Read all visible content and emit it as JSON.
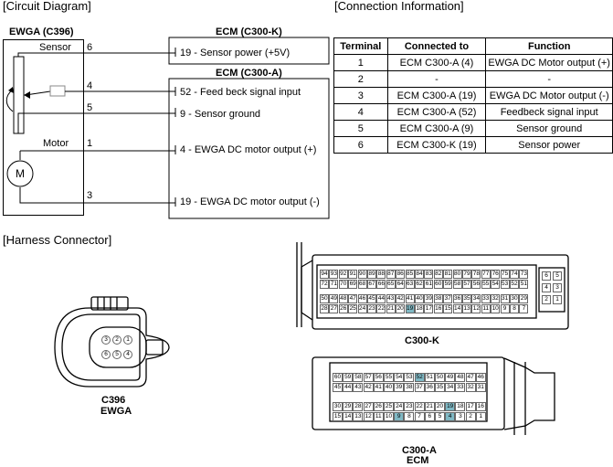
{
  "sections": {
    "circuit": "[Circuit Diagram]",
    "connection": "[Connection Information]",
    "harness": "[Harness Connector]"
  },
  "ewga": {
    "title": "EWGA (C396)",
    "sensor": "Sensor",
    "motor": "Motor",
    "motor_symbol": "M",
    "pins": [
      "6",
      "4",
      "5",
      "1",
      "3"
    ]
  },
  "ecm_k": {
    "title": "ECM (C300-K)",
    "signals": [
      "19 - Sensor power (+5V)"
    ]
  },
  "ecm_a": {
    "title": "ECM (C300-A)",
    "signals": [
      "52 - Feed beck signal input",
      "9 - Sensor ground",
      "4 - EWGA DC motor output (+)",
      "19 - EWGA DC motor output (-)"
    ]
  },
  "table": {
    "headers": [
      "Terminal",
      "Connected to",
      "Function"
    ],
    "rows": [
      [
        "1",
        "ECM C300-A (4)",
        "EWGA DC Motor output (+)"
      ],
      [
        "2",
        "-",
        "-"
      ],
      [
        "3",
        "ECM C300-A (19)",
        "EWGA DC Motor output (-)"
      ],
      [
        "4",
        "ECM C300-A (52)",
        "Feedbeck signal input"
      ],
      [
        "5",
        "ECM C300-A (9)",
        "Sensor ground"
      ],
      [
        "6",
        "ECM C300-K (19)",
        "Sensor power"
      ]
    ]
  },
  "connectors": {
    "c396": {
      "name": "C396",
      "sub": "EWGA",
      "pins": [
        "3",
        "2",
        "1",
        "6",
        "5",
        "4"
      ]
    },
    "c300k": {
      "name": "C300-K",
      "row1": [
        "94",
        "93",
        "92",
        "91",
        "90",
        "89",
        "88",
        "87",
        "86",
        "85",
        "84",
        "83",
        "82",
        "81",
        "80",
        "79",
        "78",
        "77",
        "76",
        "75",
        "74",
        "73"
      ],
      "row2": [
        "72",
        "71",
        "70",
        "69",
        "68",
        "67",
        "66",
        "65",
        "64",
        "63",
        "62",
        "61",
        "60",
        "59",
        "58",
        "57",
        "56",
        "55",
        "54",
        "53",
        "52",
        "51"
      ],
      "row3": [
        "50",
        "49",
        "48",
        "47",
        "46",
        "45",
        "44",
        "43",
        "42",
        "41",
        "40",
        "39",
        "38",
        "37",
        "36",
        "35",
        "34",
        "33",
        "32",
        "31",
        "30",
        "29"
      ],
      "row4": [
        "28",
        "27",
        "26",
        "25",
        "24",
        "23",
        "22",
        "21",
        "20",
        "19",
        "18",
        "17",
        "16",
        "15",
        "14",
        "13",
        "12",
        "11",
        "10",
        "9",
        "8",
        "7"
      ],
      "side": [
        [
          "6",
          "5"
        ],
        [
          "4",
          "3"
        ],
        [
          "2",
          "1"
        ]
      ],
      "highlight": [
        "19"
      ]
    },
    "c300a": {
      "name": "C300-A",
      "sub": "ECM",
      "row1": [
        "60",
        "59",
        "58",
        "57",
        "56",
        "55",
        "54",
        "53",
        "52",
        "51",
        "50",
        "49",
        "48",
        "47",
        "46"
      ],
      "row2": [
        "45",
        "44",
        "43",
        "42",
        "41",
        "40",
        "39",
        "38",
        "37",
        "36",
        "35",
        "34",
        "33",
        "32",
        "31"
      ],
      "row3": [
        "30",
        "29",
        "28",
        "27",
        "26",
        "25",
        "24",
        "23",
        "22",
        "21",
        "20",
        "19",
        "18",
        "17",
        "16"
      ],
      "row4": [
        "15",
        "14",
        "13",
        "12",
        "11",
        "10",
        "9",
        "8",
        "7",
        "6",
        "5",
        "4",
        "3",
        "2",
        "1"
      ],
      "highlight": [
        "52",
        "19",
        "9",
        "4"
      ]
    }
  }
}
